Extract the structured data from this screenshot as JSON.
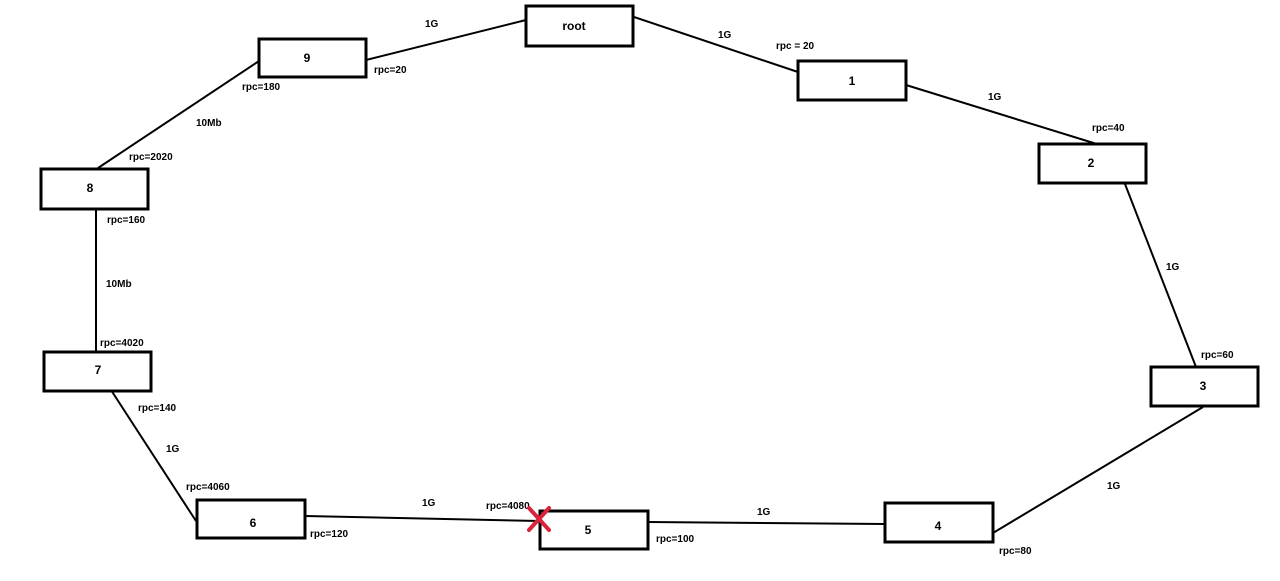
{
  "nodes": {
    "root": "root",
    "n1": "1",
    "n2": "2",
    "n3": "3",
    "n4": "4",
    "n5": "5",
    "n6": "6",
    "n7": "7",
    "n8": "8",
    "n9": "9"
  },
  "links": {
    "root_1": "1G",
    "n1_2": "1G",
    "n2_3": "1G",
    "n3_4": "1G",
    "n4_5": "1G",
    "n5_6": "1G",
    "n6_7": "1G",
    "n7_8": "10Mb",
    "n8_9": "10Mb",
    "n9_root": "1G"
  },
  "rpc": {
    "near_1": "rpc = 20",
    "near_2": "rpc=40",
    "near_3": "rpc=60",
    "near_4": "rpc=80",
    "near_5_right": "rpc=100",
    "near_5_left": "rpc=4080",
    "near_6_right": "rpc=120",
    "near_6_top": "rpc=4060",
    "near_7_bottom": "rpc=140",
    "near_7_top": "rpc=4020",
    "near_8_bottom": "rpc=160",
    "near_8_top": "rpc=2020",
    "near_9_bottom": "rpc=180",
    "near_9_right": "rpc=20"
  },
  "colors": {
    "failure_mark": "#d9243b"
  },
  "icons": {
    "failure": "x-mark-icon"
  }
}
